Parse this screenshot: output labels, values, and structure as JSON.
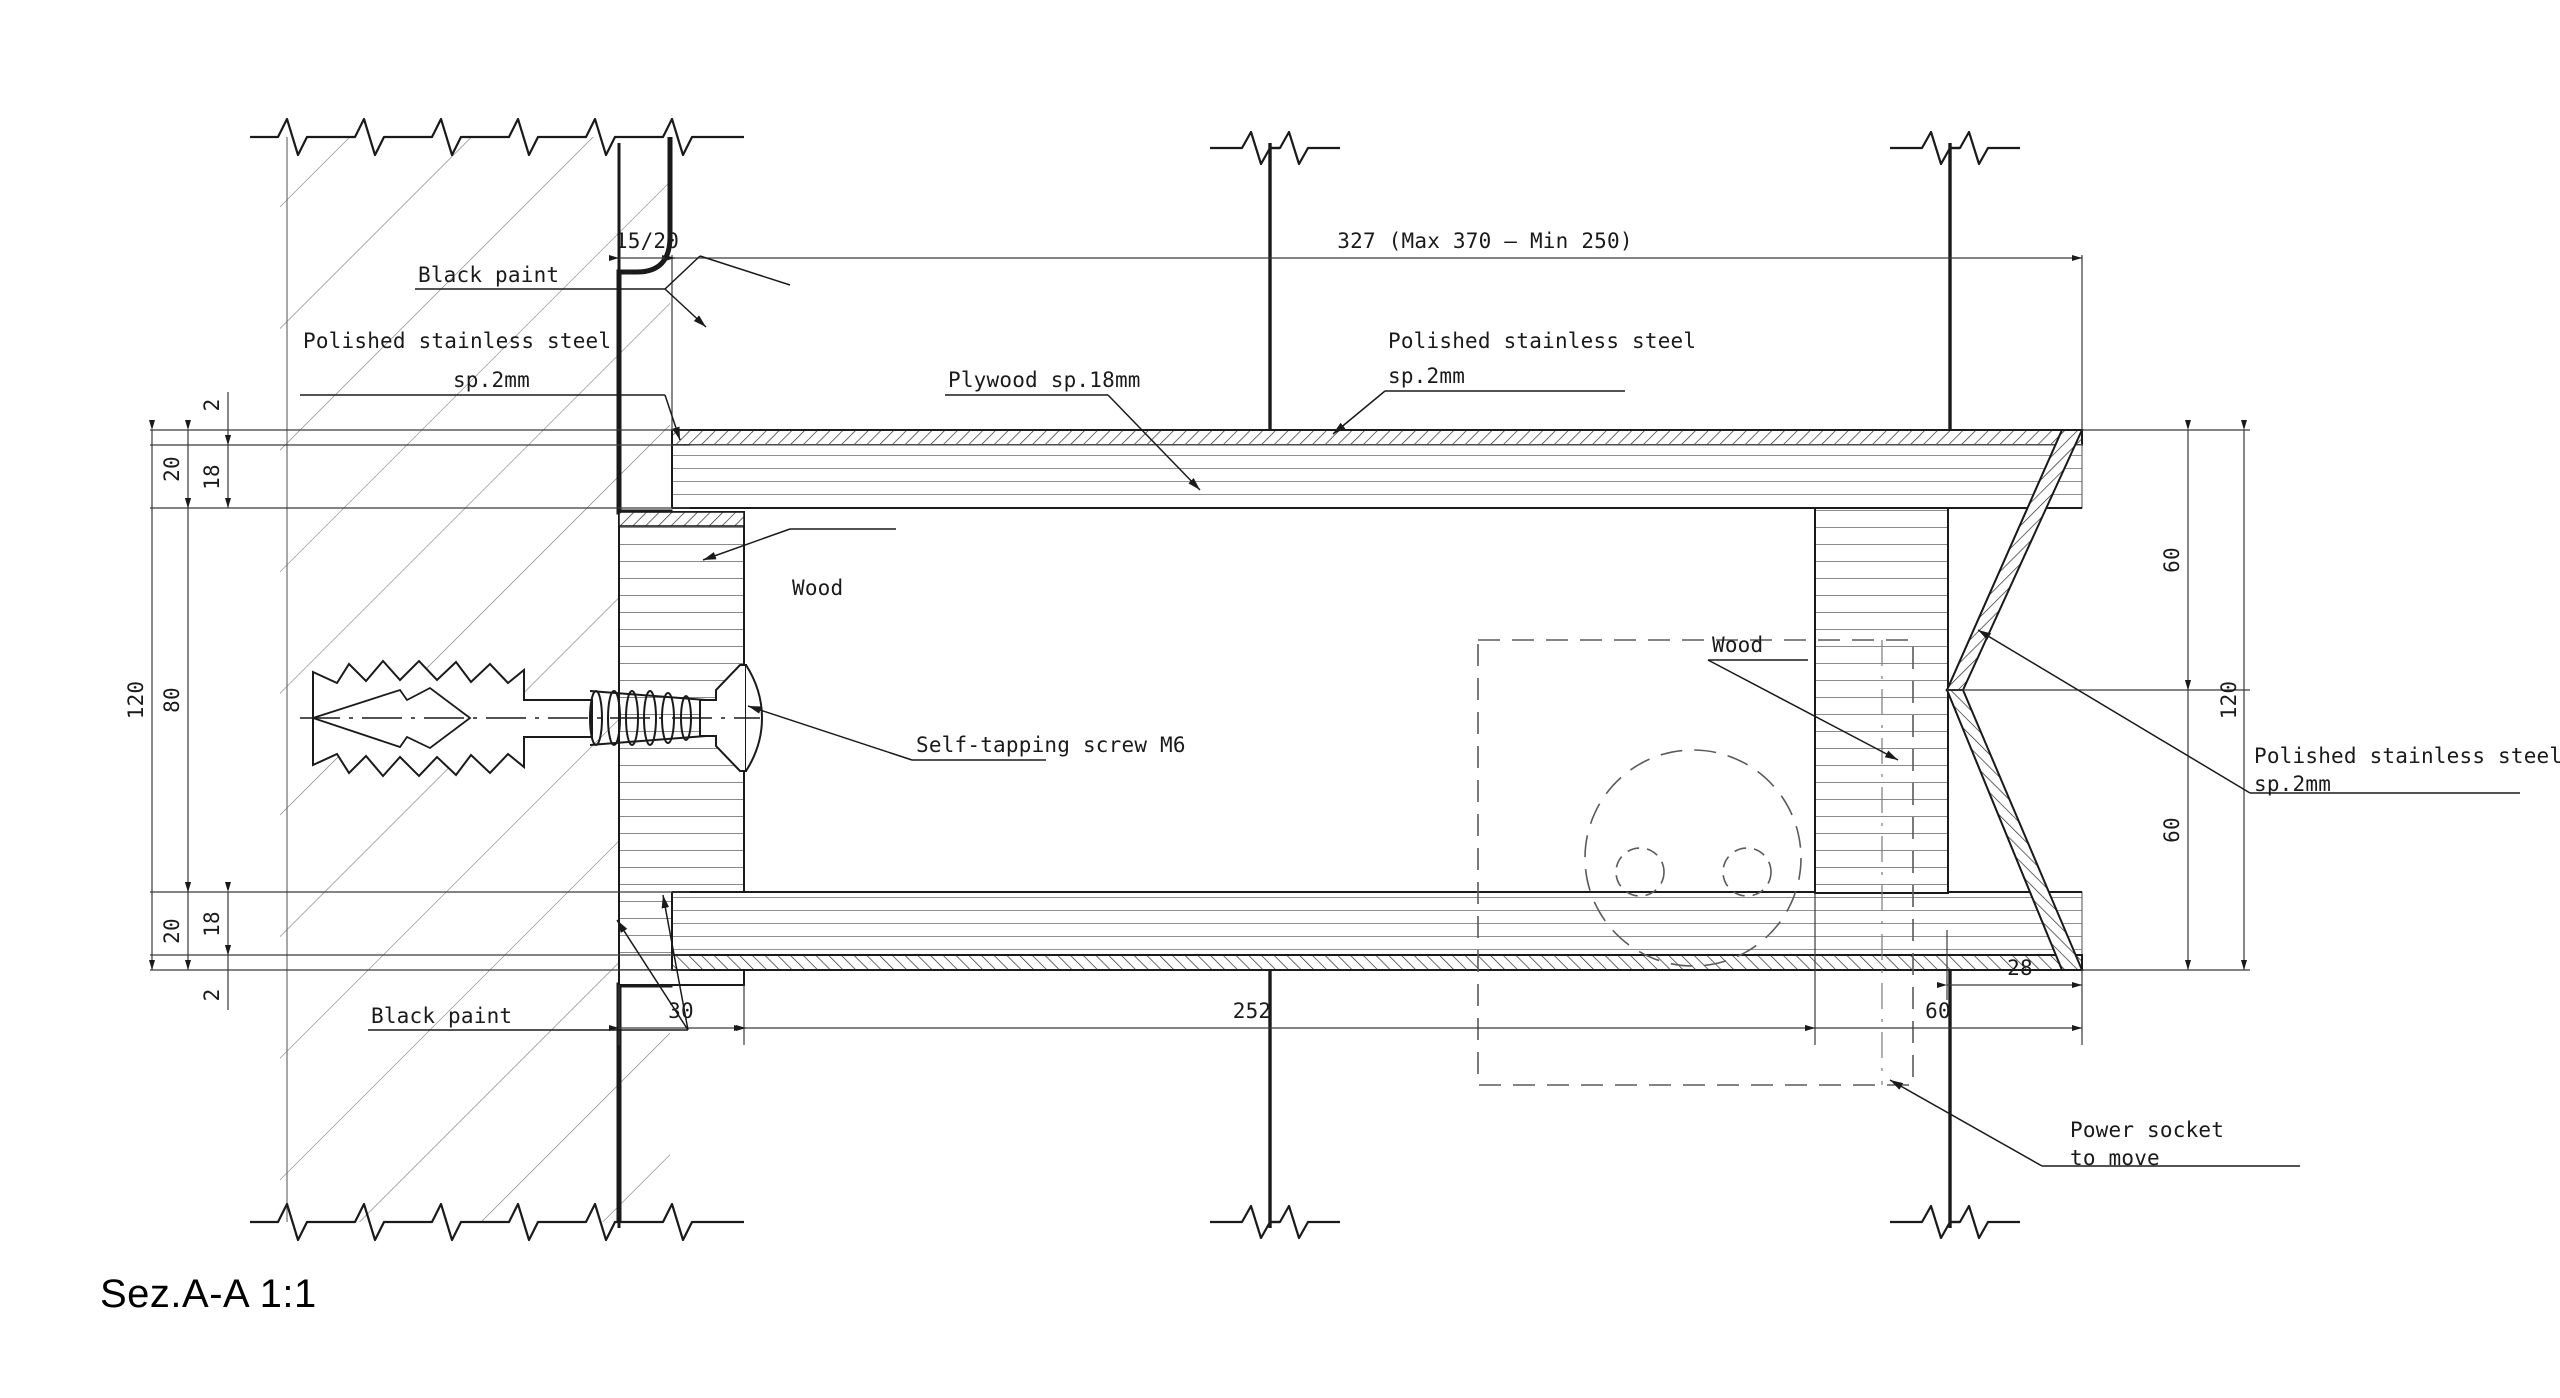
{
  "drawing": {
    "title": "Sez.A-A 1:1",
    "type": "technical-section-drawing",
    "units": "mm"
  },
  "labels": {
    "black_paint_top": "Black paint",
    "polished_steel_left": "Polished stainless steel\nsp.2mm",
    "polished_steel_left_l1": "Polished stainless steel",
    "polished_steel_left_l2": "sp.2mm",
    "plywood": "Plywood sp.18mm",
    "polished_steel_top": "Polished stainless steel",
    "polished_steel_top_l2": "sp.2mm",
    "wood_left": "Wood",
    "wood_right": "Wood",
    "self_tapping_screw": "Self-tapping screw M6",
    "black_paint_bottom": "Black paint",
    "polished_steel_right": "Polished stainless steel",
    "polished_steel_right_l2": "sp.2mm",
    "power_socket_l1": "Power socket",
    "power_socket_l2": "to move"
  },
  "dimensions": {
    "wall_offset": "15/20",
    "overall_length": "327 (Max 370 – Min 250)",
    "steel_top_thk": "2",
    "plywood_top_thk": "18",
    "top_assembly": "20",
    "core_height": "80",
    "total_height_left": "120",
    "plywood_bot_thk": "18",
    "bottom_assembly": "20",
    "steel_bot_thk": "2",
    "wood_block_width": "30",
    "span_252": "252",
    "tip_upper_60": "60",
    "tip_total_120": "120",
    "tip_lower_60": "60",
    "notch_depth": "28",
    "end_block_60": "60"
  },
  "colors": {
    "line": "#1a1a1a",
    "thin": "#555555",
    "hatch": "#777777",
    "background": "#ffffff"
  }
}
